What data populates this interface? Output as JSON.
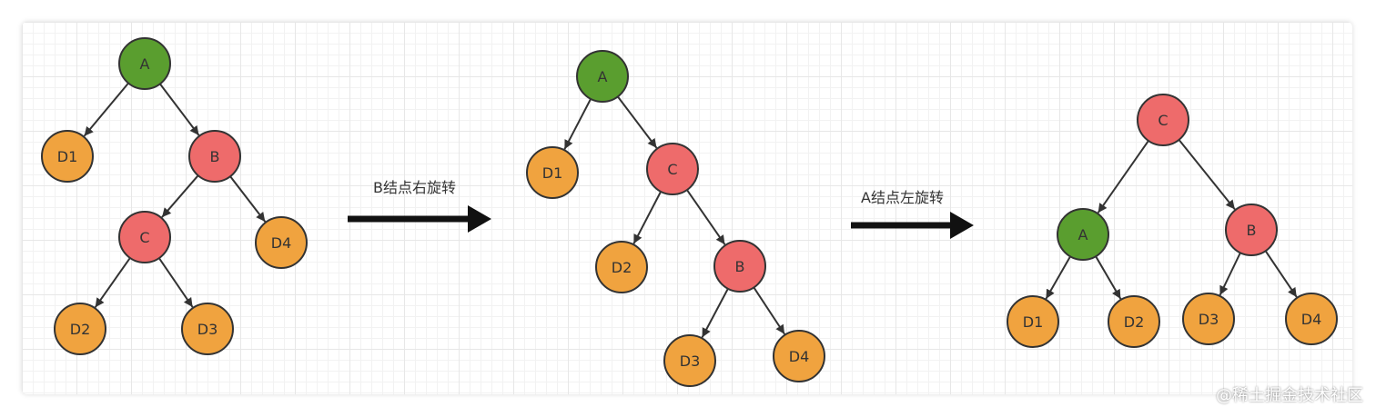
{
  "colors": {
    "green": "#5a9e2f",
    "red": "#ee6b6b",
    "orange": "#f0a33f",
    "stroke": "#333333",
    "arrow": "#111111"
  },
  "steps": [
    {
      "label": "B结点右旋转"
    },
    {
      "label": "A结点左旋转"
    }
  ],
  "trees": [
    {
      "nodes": [
        {
          "id": "A",
          "label": "A",
          "color": "green"
        },
        {
          "id": "D1",
          "label": "D1",
          "color": "orange"
        },
        {
          "id": "B",
          "label": "B",
          "color": "red"
        },
        {
          "id": "C",
          "label": "C",
          "color": "red"
        },
        {
          "id": "D4",
          "label": "D4",
          "color": "orange"
        },
        {
          "id": "D2",
          "label": "D2",
          "color": "orange"
        },
        {
          "id": "D3",
          "label": "D3",
          "color": "orange"
        }
      ],
      "edges": [
        [
          "A",
          "D1"
        ],
        [
          "A",
          "B"
        ],
        [
          "B",
          "C"
        ],
        [
          "B",
          "D4"
        ],
        [
          "C",
          "D2"
        ],
        [
          "C",
          "D3"
        ]
      ]
    },
    {
      "nodes": [
        {
          "id": "A",
          "label": "A",
          "color": "green"
        },
        {
          "id": "D1",
          "label": "D1",
          "color": "orange"
        },
        {
          "id": "C",
          "label": "C",
          "color": "red"
        },
        {
          "id": "D2",
          "label": "D2",
          "color": "orange"
        },
        {
          "id": "B",
          "label": "B",
          "color": "red"
        },
        {
          "id": "D3",
          "label": "D3",
          "color": "orange"
        },
        {
          "id": "D4",
          "label": "D4",
          "color": "orange"
        }
      ],
      "edges": [
        [
          "A",
          "D1"
        ],
        [
          "A",
          "C"
        ],
        [
          "C",
          "D2"
        ],
        [
          "C",
          "B"
        ],
        [
          "B",
          "D3"
        ],
        [
          "B",
          "D4"
        ]
      ]
    },
    {
      "nodes": [
        {
          "id": "C",
          "label": "C",
          "color": "red"
        },
        {
          "id": "A",
          "label": "A",
          "color": "green"
        },
        {
          "id": "B",
          "label": "B",
          "color": "red"
        },
        {
          "id": "D1",
          "label": "D1",
          "color": "orange"
        },
        {
          "id": "D2",
          "label": "D2",
          "color": "orange"
        },
        {
          "id": "D3",
          "label": "D3",
          "color": "orange"
        },
        {
          "id": "D4",
          "label": "D4",
          "color": "orange"
        }
      ],
      "edges": [
        [
          "C",
          "A"
        ],
        [
          "C",
          "B"
        ],
        [
          "A",
          "D1"
        ],
        [
          "A",
          "D2"
        ],
        [
          "B",
          "D3"
        ],
        [
          "B",
          "D4"
        ]
      ]
    }
  ],
  "watermark": "@稀土掘金技术社区"
}
